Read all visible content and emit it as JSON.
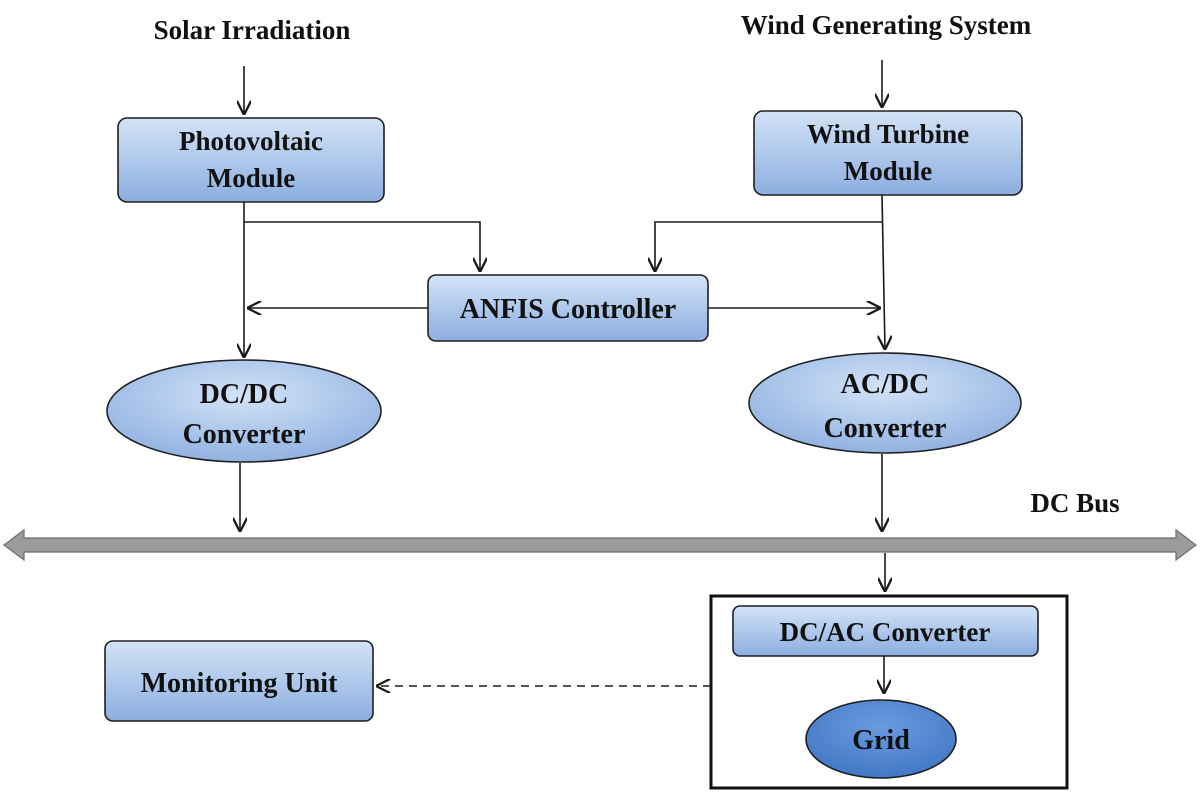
{
  "inputs": {
    "solar": "Solar Irradiation",
    "wind": "Wind Generating System"
  },
  "blocks": {
    "pv_module": [
      "Photovoltaic",
      "Module"
    ],
    "wind_module": [
      "Wind Turbine",
      "Module"
    ],
    "anfis": "ANFIS Controller",
    "dcdc": [
      "DC/DC",
      "Converter"
    ],
    "acdc": [
      "AC/DC",
      "Converter"
    ],
    "dcac": "DC/AC Converter",
    "grid": "Grid",
    "monitoring": "Monitoring Unit"
  },
  "bus": {
    "label": "DC Bus"
  },
  "colors": {
    "box_fill_top": "#cfe0f5",
    "box_fill_bottom": "#8fb2e3",
    "grid_fill": "#4f86cc",
    "bus_fill": "#9a9a9a"
  }
}
